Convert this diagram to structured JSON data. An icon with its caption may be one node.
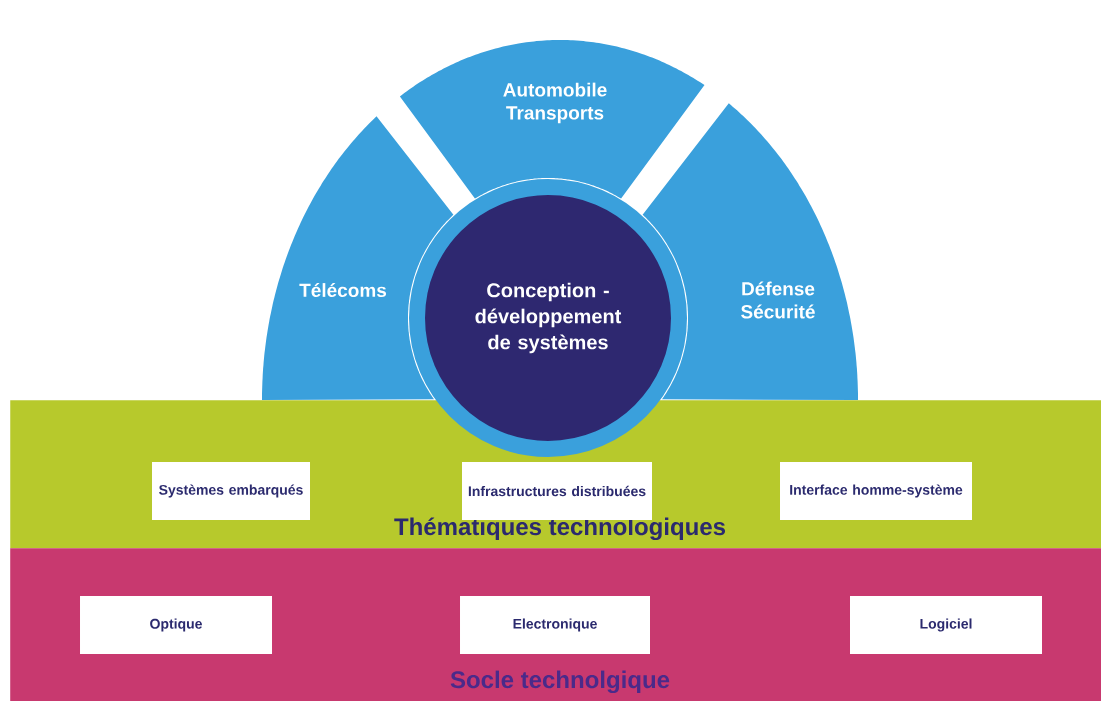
{
  "diagram": {
    "nodes": [
      {
        "text": [
          "Télécoms"
        ]
      },
      {
        "text": [
          "Automobile Transports"
        ]
      },
      {
        "text": [
          "Défense Sécurité"
        ]
      },
      {
        "text": [
          "Conception - développement de systèmes"
        ]
      },
      {
        "text": [
          "Thématiques technologiques"
        ]
      },
      {
        "text": [
          "Systèmes embarqués"
        ],
        "in": 4
      },
      {
        "text": [
          "Infrastructures distribuées"
        ],
        "in": 4
      },
      {
        "text": [
          "Interface homme-système"
        ],
        "in": 4
      },
      {
        "text": [
          "Socle technolgique"
        ]
      },
      {
        "text": [
          "Optique"
        ],
        "in": 8
      },
      {
        "text": [
          "Electronique"
        ],
        "in": 8
      },
      {
        "text": [
          "Logiciel"
        ],
        "in": 8
      }
    ]
  }
}
